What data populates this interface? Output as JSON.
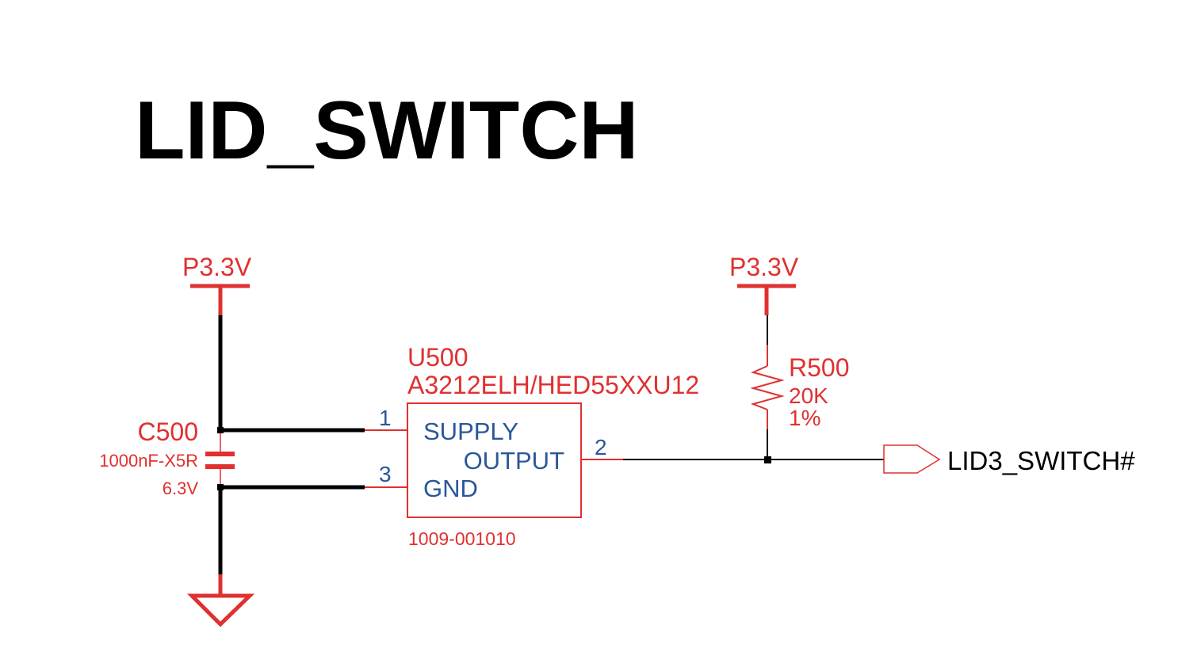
{
  "title": "LID_SWITCH",
  "colors": {
    "component": "#e03030",
    "pin_label": "#2b579a",
    "wire": "#000000"
  },
  "power_symbols": [
    {
      "net": "P3.3V"
    },
    {
      "net": "P3.3V"
    }
  ],
  "ground_symbol": {
    "icon": "ground-icon"
  },
  "capacitor": {
    "refdes": "C500",
    "value": "1000nF-X5R",
    "voltage": "6.3V",
    "icon": "capacitor-icon"
  },
  "ic": {
    "refdes": "U500",
    "part_number": "A3212ELH/HED55XXU12",
    "footprint_code": "1009-001010",
    "pins": [
      {
        "number": "1",
        "name": "SUPPLY"
      },
      {
        "number": "2",
        "name": "OUTPUT"
      },
      {
        "number": "3",
        "name": "GND"
      }
    ]
  },
  "resistor": {
    "refdes": "R500",
    "value": "20K",
    "tolerance": "1%",
    "icon": "resistor-icon"
  },
  "output_port": {
    "net": "LID3_SWITCH#",
    "icon": "output-port-icon"
  }
}
